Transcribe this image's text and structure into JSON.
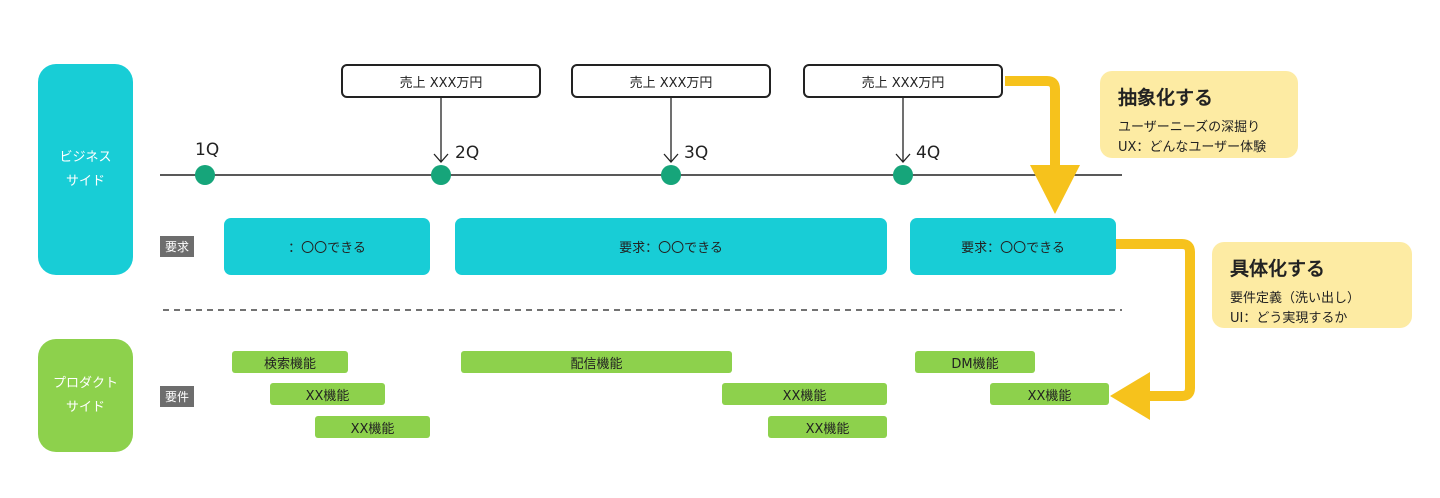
{
  "sides": {
    "business": [
      "ビジネス",
      "サイド"
    ],
    "product": [
      "プロダクト",
      "サイド"
    ]
  },
  "tags": {
    "requirement": "要求",
    "spec": "要件"
  },
  "quarters": [
    "1Q",
    "2Q",
    "3Q",
    "4Q"
  ],
  "callouts": [
    "売上 XXX万円",
    "売上 XXX万円",
    "売上 XXX万円"
  ],
  "requirements": [
    "：〇〇できる",
    "要求：〇〇できる",
    "要求：〇〇できる"
  ],
  "features": [
    "検索機能",
    "XX機能",
    "XX機能",
    "配信機能",
    "XX機能",
    "XX機能",
    "DM機能",
    "XX機能"
  ],
  "notes": {
    "abstract": {
      "title": "抽象化する",
      "lines": [
        "ユーザーニーズの深掘り",
        "UX：どんなユーザー体験"
      ]
    },
    "concrete": {
      "title": "具体化する",
      "lines": [
        "要件定義（洗い出し）",
        " UI：どう実現するか"
      ]
    }
  },
  "colors": {
    "business": "#18cdd6",
    "product": "#8dd14c",
    "milestone": "#16a57a",
    "arrow": "#f6c21c",
    "note": "#fdeba3",
    "tag": "#6d6d6d"
  }
}
